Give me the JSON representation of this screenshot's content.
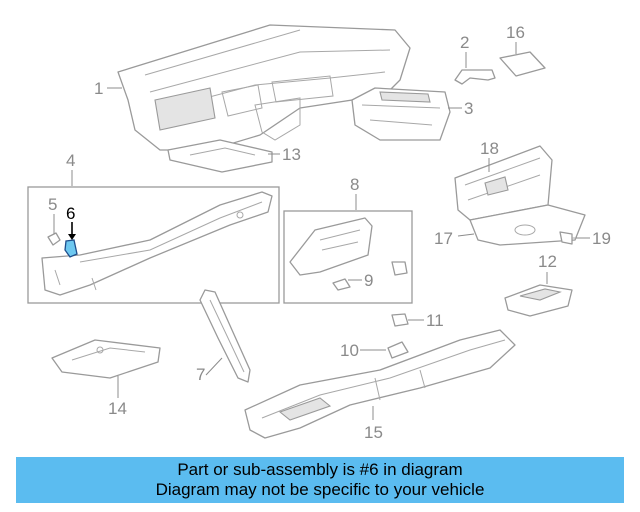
{
  "callouts": {
    "c1": "1",
    "c2": "2",
    "c3": "3",
    "c4": "4",
    "c5": "5",
    "c6": "6",
    "c7": "7",
    "c8": "8",
    "c9": "9",
    "c10": "10",
    "c11": "11",
    "c12": "12",
    "c13": "13",
    "c14": "14",
    "c15": "15",
    "c16": "16",
    "c17": "17",
    "c18": "18",
    "c19": "19"
  },
  "highlighted_part": "6",
  "colors": {
    "banner": "#5bbcf0",
    "highlight_fill": "#6ec8f0",
    "highlight_stroke": "#1e4e8c"
  },
  "banner": {
    "line1": "Part or sub-assembly is #6 in diagram",
    "line2": "Diagram may not be specific to your vehicle"
  }
}
